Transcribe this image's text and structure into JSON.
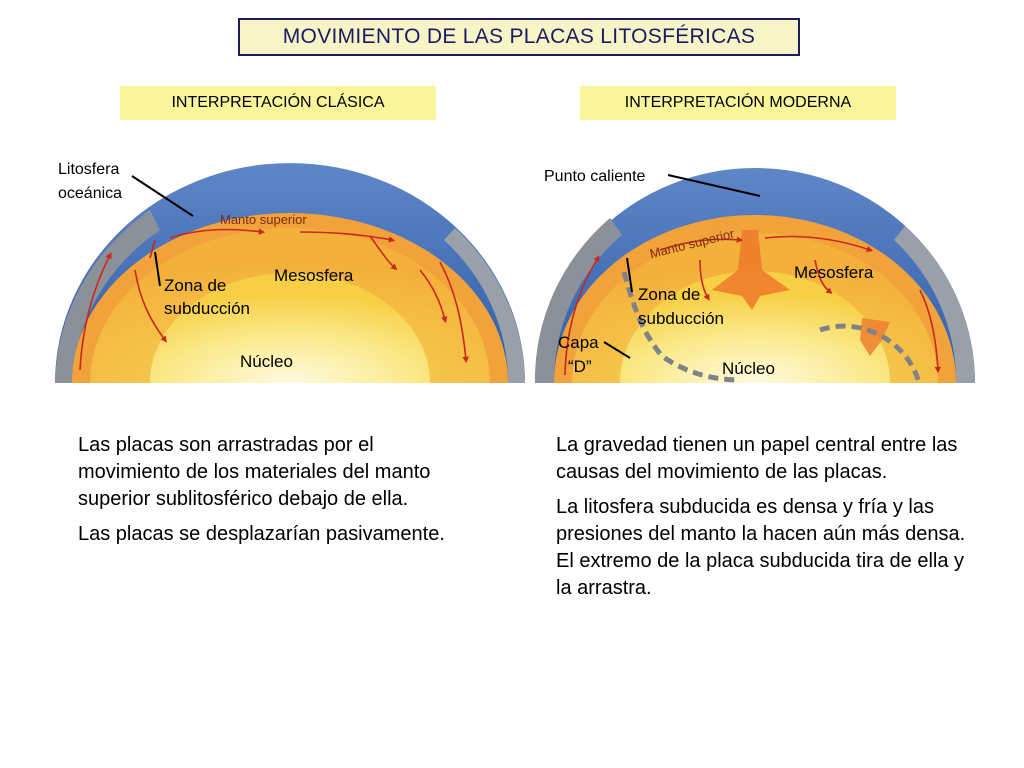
{
  "title": "MOVIMIENTO DE LAS PLACAS LITOSFÉRICAS",
  "left": {
    "heading": "INTERPRETACIÓN CLÁSICA",
    "labels": {
      "litosfera_1": "Litosfera",
      "litosfera_2": "oceánica",
      "manto": "Manto superior",
      "mesosfera": "Mesosfera",
      "zona_1": "Zona de",
      "zona_2": "subducción",
      "nucleo": "Núcleo"
    },
    "paragraphs": [
      "Las placas son arrastradas por el movimiento de los materiales del manto superior sublitosférico debajo de ella.",
      "Las placas se desplazarían pasivamente."
    ]
  },
  "right": {
    "heading": "INTERPRETACIÓN MODERNA",
    "labels": {
      "punto": "Punto caliente",
      "manto": "Manto superior",
      "mesosfera": "Mesosfera",
      "zona_1": "Zona de",
      "zona_2": "subducción",
      "capa_1": "Capa",
      "capa_2": "“D”",
      "nucleo": "Núcleo"
    },
    "paragraphs": [
      "La gravedad tienen un papel central entre las causas del movimiento de las placas.",
      "La litosfera subducida es densa y fría y las presiones del manto la hacen aún más densa. El extremo de la placa subducida tira de ella y la arrastra."
    ]
  },
  "colors": {
    "ocean": "#3f6fb8",
    "mantle": "#f2a23a",
    "mesosphere": "#f7c43a",
    "core": "#fbe98a",
    "arrows": "#c8281e"
  }
}
